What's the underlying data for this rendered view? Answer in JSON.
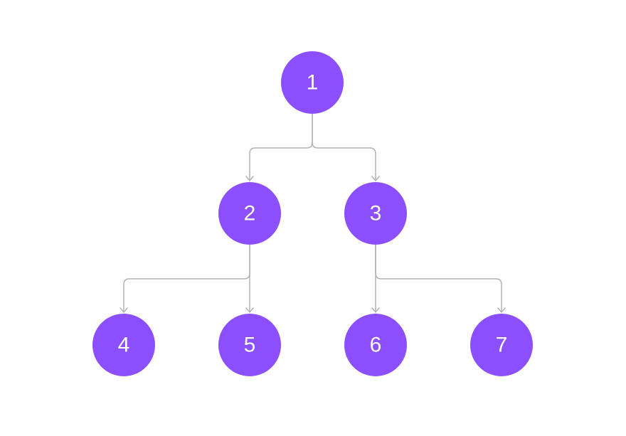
{
  "node_color": "#8c4fff",
  "edge_color": "#b3b3b3",
  "background": "#ffffff",
  "nodes": [
    {
      "id": "n1",
      "label": "1"
    },
    {
      "id": "n2",
      "label": "2"
    },
    {
      "id": "n3",
      "label": "3"
    },
    {
      "id": "n4",
      "label": "4"
    },
    {
      "id": "n5",
      "label": "5"
    },
    {
      "id": "n6",
      "label": "6"
    },
    {
      "id": "n7",
      "label": "7"
    }
  ],
  "edges": [
    {
      "from": "n1",
      "to": "n2"
    },
    {
      "from": "n1",
      "to": "n3"
    },
    {
      "from": "n2",
      "to": "n4"
    },
    {
      "from": "n2",
      "to": "n5"
    },
    {
      "from": "n3",
      "to": "n6"
    },
    {
      "from": "n3",
      "to": "n7"
    }
  ]
}
